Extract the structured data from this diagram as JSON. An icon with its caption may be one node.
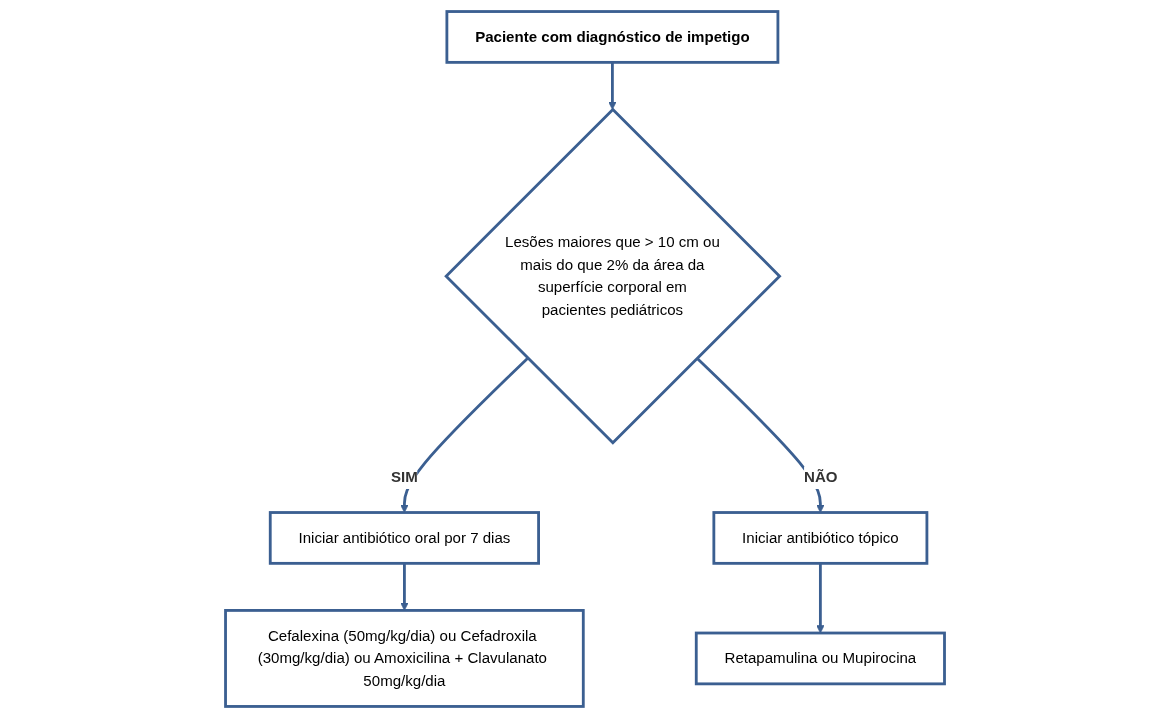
{
  "diagram": {
    "nodes": [
      {
        "text": [
          "Paciente com diagnóstico de impetigo"
        ]
      },
      {
        "text": [
          "Lesões maiores que > 10 cm ou mais do que 2% da área da superfície corporal em pacientes pediátricos"
        ]
      },
      {
        "text": [
          "Iniciar antibiótico oral por 7 dias"
        ]
      },
      {
        "text": [
          "Cefalexina (50mg/kg/dia) ou Cefadroxila (30mg/kg/dia) ou Amoxicilina + Clavulanato 50mg/kg/dia"
        ]
      },
      {
        "text": [
          "Iniciar antibiótico tópico"
        ]
      },
      {
        "text": [
          "Retapamulina ou Mupirocina"
        ]
      }
    ],
    "edges": [
      {
        "from": 0,
        "to": 1,
        "arrow": "to"
      },
      {
        "from": 1,
        "to": 2,
        "label": "SIM",
        "arrow": "to"
      },
      {
        "from": 2,
        "to": 3,
        "arrow": "to"
      },
      {
        "from": 1,
        "to": 4,
        "label": "NÃO",
        "arrow": "to"
      },
      {
        "from": 4,
        "to": 5,
        "arrow": "to"
      }
    ]
  }
}
